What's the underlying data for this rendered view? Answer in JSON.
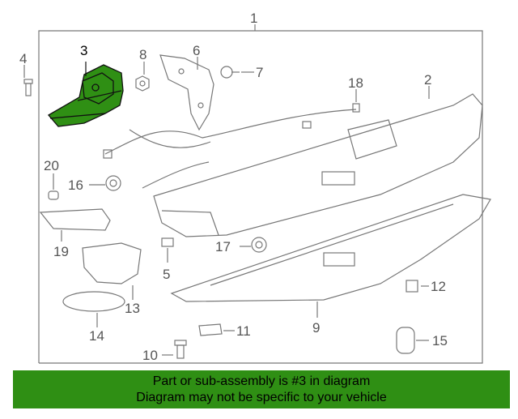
{
  "callouts": [
    "1",
    "2",
    "3",
    "4",
    "5",
    "6",
    "7",
    "8",
    "9",
    "10",
    "11",
    "12",
    "13",
    "14",
    "15",
    "16",
    "17",
    "18",
    "19",
    "20"
  ],
  "highlight_color": "#2f8f14",
  "banner": {
    "line1": "Part or sub-assembly is #3 in diagram",
    "line2": "Diagram may not be specific to your vehicle"
  }
}
